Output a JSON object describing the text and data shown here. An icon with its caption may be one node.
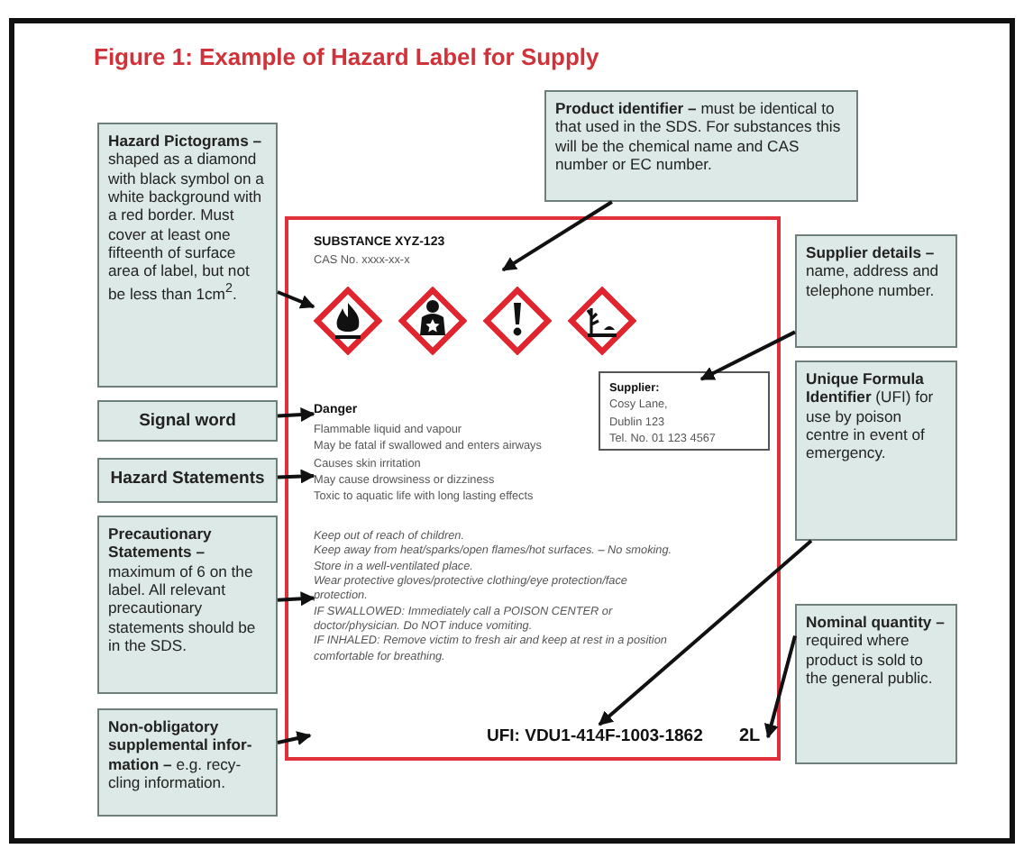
{
  "diagram": {
    "title": "Figure 1: Example of Hazard Label for Supply",
    "nodes": [
      {
        "text": [],
        "shape": "box"
      },
      {
        "text": [
          "SUBSTANCE XYZ-123",
          "CAS No. xxxx-xx-x"
        ],
        "in": 0
      },
      {
        "text": [],
        "shape": "diamond",
        "in": 0
      },
      {
        "text": [],
        "shape": "diamond",
        "in": 0
      },
      {
        "text": [],
        "shape": "diamond",
        "in": 0
      },
      {
        "text": [],
        "shape": "diamond",
        "in": 0
      },
      {
        "text": [
          "Danger"
        ],
        "in": 0
      },
      {
        "text": [
          "Flammable liquid and vapour",
          "May be fatal if swallowed and enters airways",
          "Causes skin irritation",
          "May cause drowsiness or dizziness",
          "Toxic to aquatic life with long lasting effects"
        ],
        "in": 0
      },
      {
        "text": [
          "Keep out of reach of children.",
          "Keep away from heat/sparks/open flames/hot surfaces. – No smoking.",
          "Store in a well-ventilated place.",
          "Wear protective gloves/protective clothing/eye protection/face protection.",
          "IF SWALLOWED: Immediately call a POISON CENTER or doctor/physician. Do NOT induce vomiting.",
          "IF INHALED: Remove victim to fresh air and keep at rest in a position comfortable for breathing."
        ],
        "in": 0
      },
      {
        "text": [
          "Supplier:",
          "Cosy Lane,",
          "Dublin 123",
          "Tel. No. 01 123 4567"
        ],
        "in": 0
      },
      {
        "text": [
          "UFI: VDU1-414F-1003-1862"
        ],
        "in": 0
      },
      {
        "text": [
          "2L"
        ],
        "in": 0
      },
      {
        "text": [
          "**Product identifier –** must be identical to that used in the SDS. For substances this will be the chemical name and CAS number or EC number."
        ]
      },
      {
        "text": [
          "**Hazard Pictograms –**shaped as a diamond with black symbol on a white background with a red border. Must cover at least one fifteenth of surface area of label, but not be less than 1cm$^{2}$."
        ]
      },
      {
        "text": [
          "Signal word"
        ]
      },
      {
        "text": [
          "Hazard Statements"
        ]
      },
      {
        "text": [
          "**Precautionary Statements –** maximum of 6 on the label. All relevant precautionary statements should be in the SDS."
        ]
      },
      {
        "text": [
          "**Non-obligatory supplemental infor-mation –** e.g. recy-cling information."
        ]
      },
      {
        "text": [
          "**Supplier details –** name, address and telephone number."
        ]
      },
      {
        "text": [
          "**Unique Formula Identifier** (UFI) for use by poison centre in event of emergency."
        ]
      },
      {
        "text": [
          "**Nominal quantity –** required where product is sold to the general public."
        ]
      }
    ],
    "edges": [
      {
        "from": 12,
        "to": 1,
        "arrow": "to"
      },
      {
        "from": 13,
        "to": 2,
        "arrow": "to"
      },
      {
        "from": 14,
        "to": 6,
        "arrow": "to"
      },
      {
        "from": 15,
        "to": 7,
        "arrow": "to"
      },
      {
        "from": 16,
        "to": 8,
        "arrow": "to"
      },
      {
        "from": 17,
        "to": null,
        "arrow": "to"
      },
      {
        "from": 18,
        "to": 9,
        "arrow": "to"
      },
      {
        "from": 19,
        "to": 10,
        "arrow": "to"
      },
      {
        "from": 20,
        "to": 11,
        "arrow": "to"
      }
    ]
  }
}
